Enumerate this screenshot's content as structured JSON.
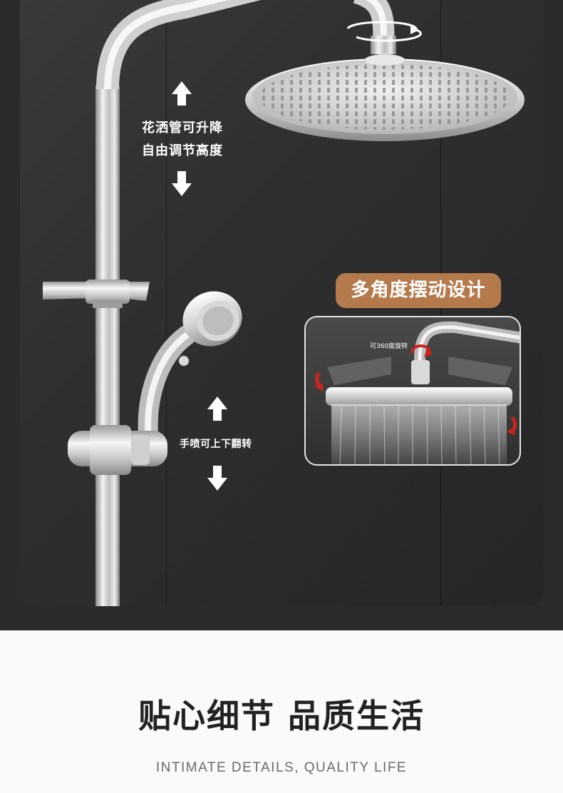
{
  "labels": {
    "pipe_height_line1": "花洒管可升降",
    "pipe_height_line2": "自由调节高度",
    "hand_flip": "手喷可上下翻转",
    "multi_angle_badge": "多角度摆动设计",
    "rotate_360": "可360度旋转"
  },
  "headline": "贴心细节 品质生活",
  "subheadline": "INTIMATE DETAILS, QUALITY LIFE",
  "colors": {
    "badge": "#b57a4c",
    "dark_background": "#2b2b2b",
    "rotation_arrow": "#c8241d"
  },
  "icons": [
    "up-arrow-icon",
    "down-arrow-icon",
    "rotate-arrow-icon"
  ]
}
